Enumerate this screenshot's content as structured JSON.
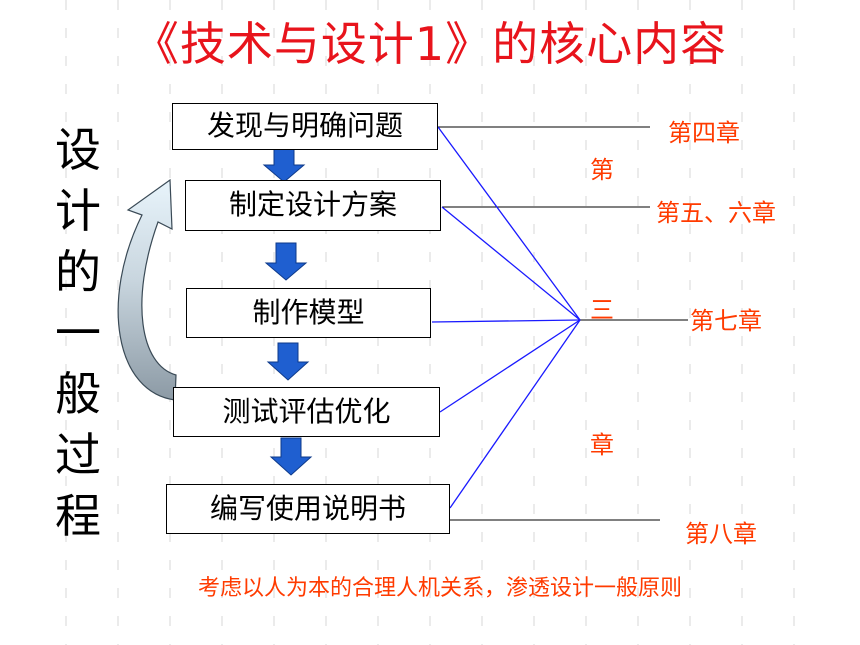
{
  "title": "《技术与设计1》的核心内容",
  "side_title": [
    "设",
    "计",
    "的",
    "一",
    "般",
    "过",
    "程"
  ],
  "steps": [
    "发现与明确问题",
    "制定设计方案",
    "制作模型",
    "测试评估优化",
    "编写使用说明书"
  ],
  "chapters": {
    "ch4": "第四章",
    "ch56": "第五、六章",
    "ch7": "第七章",
    "ch8": "第八章",
    "ch3_top": "第",
    "ch3_mid": "三",
    "ch3_bot": "章"
  },
  "footer": "考虑以人为本的合理人机关系，渗透设计一般原则",
  "colors": {
    "title": "#e8141c",
    "chapter": "#ff3b00",
    "arrow": "#1f5fd0",
    "link_line": "#1a1aff"
  }
}
